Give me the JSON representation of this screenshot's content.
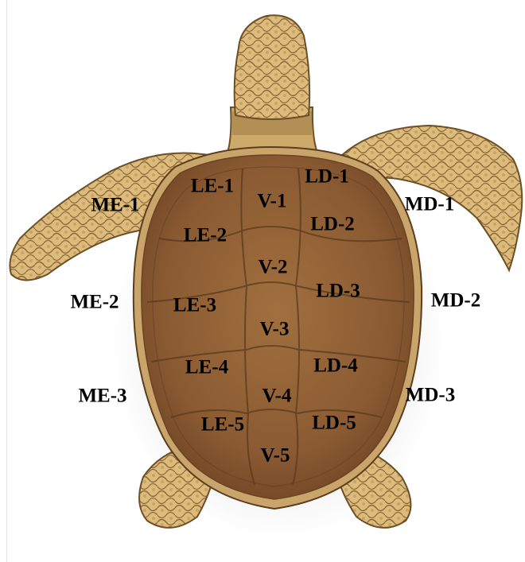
{
  "figure": {
    "subject": "loggerhead sea turtle, dorsal view",
    "colors": {
      "background": "#ffffff",
      "carapace": "#8a5a34",
      "carapace_rim": "#d4b27a",
      "skin": "#d9b776",
      "scale_outline": "#7a5a2e",
      "label_text": "#000000"
    }
  },
  "labels": {
    "me1": "ME-1",
    "me2": "ME-2",
    "me3": "ME-3",
    "md1": "MD-1",
    "md2": "MD-2",
    "md3": "MD-3",
    "le1": "LE-1",
    "le2": "LE-2",
    "le3": "LE-3",
    "le4": "LE-4",
    "le5": "LE-5",
    "v1": "V-1",
    "v2": "V-2",
    "v3": "V-3",
    "v4": "V-4",
    "v5": "V-5",
    "ld1": "LD-1",
    "ld2": "LD-2",
    "ld3": "LD-3",
    "ld4": "LD-4",
    "ld5": "LD-5"
  }
}
